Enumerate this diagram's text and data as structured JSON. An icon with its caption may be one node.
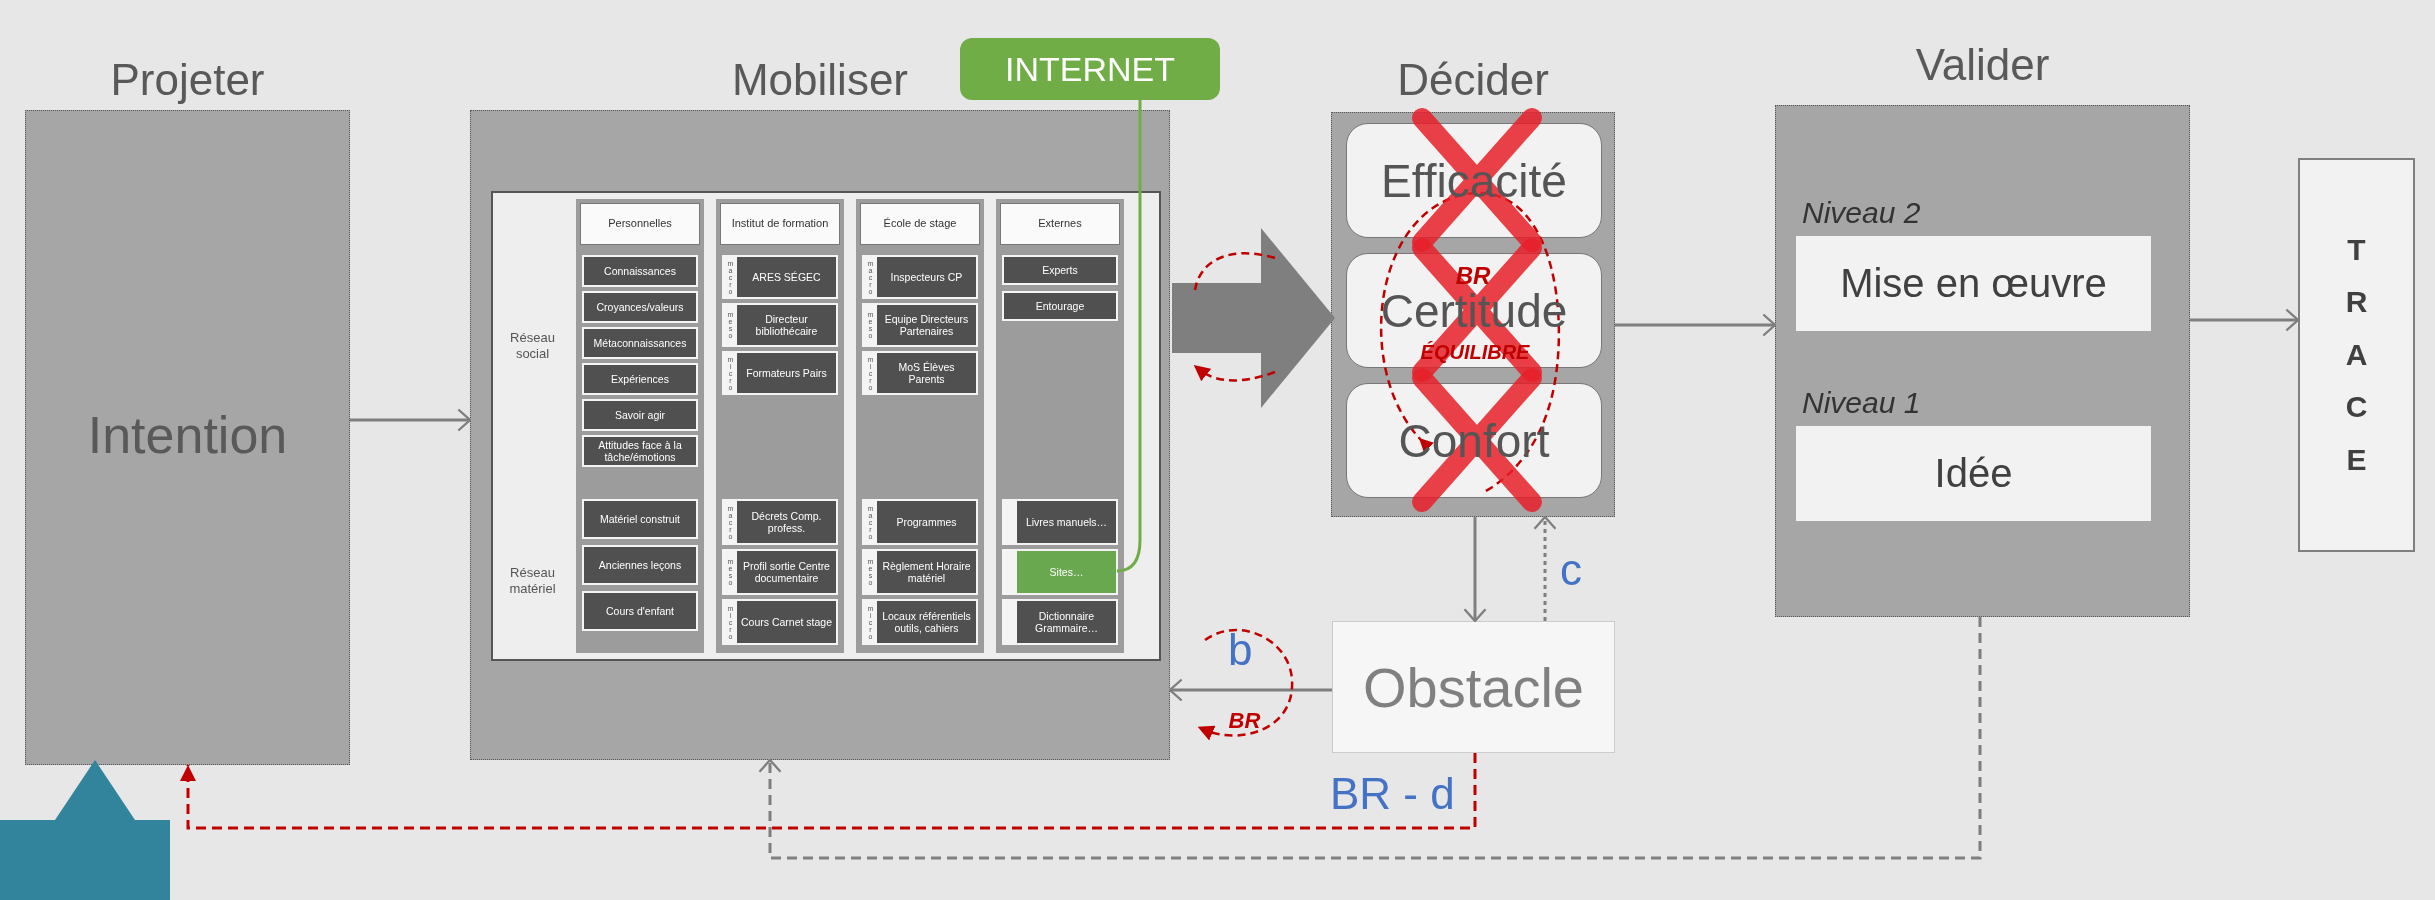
{
  "diagram": {
    "nodes": [
      {
        "text": [
          "Projeter",
          "Intention"
        ]
      },
      {
        "text": [
          "Mobiliser"
        ]
      },
      {
        "text": [
          "Personnelles"
        ],
        "in": 1
      },
      {
        "text": [
          "Connaissances"
        ],
        "in": 2
      },
      {
        "text": [
          "Croyances/valeurs"
        ],
        "in": 2
      },
      {
        "text": [
          "Métaconnaissances"
        ],
        "in": 2
      },
      {
        "text": [
          "Expériences"
        ],
        "in": 2
      },
      {
        "text": [
          "Savoir agir"
        ],
        "in": 2
      },
      {
        "text": [
          "Attitudes face à la tâche/émotions"
        ],
        "in": 2
      },
      {
        "text": [
          "Matériel construit"
        ],
        "in": 2
      },
      {
        "text": [
          "Anciennes leçons"
        ],
        "in": 2
      },
      {
        "text": [
          "Cours d'enfant"
        ],
        "in": 2
      },
      {
        "text": [
          "Institut de formation"
        ],
        "in": 1
      },
      {
        "text": [
          "macro",
          "ARES SÉGEC"
        ],
        "in": 12
      },
      {
        "text": [
          "meso",
          "Directeur bibliothécaire"
        ],
        "in": 12
      },
      {
        "text": [
          "micro",
          "Formateurs Pairs"
        ],
        "in": 12
      },
      {
        "text": [
          "macro",
          "Décrets Comp. profess."
        ],
        "in": 12
      },
      {
        "text": [
          "meso",
          "Profil sortie Centre documentaire"
        ],
        "in": 12
      },
      {
        "text": [
          "micro",
          "Cours Carnet stage"
        ],
        "in": 12
      },
      {
        "text": [
          "École de stage"
        ],
        "in": 1
      },
      {
        "text": [
          "macro",
          "Inspecteurs CP"
        ],
        "in": 19
      },
      {
        "text": [
          "meso",
          "Equipe Directeurs Partenaires"
        ],
        "in": 19
      },
      {
        "text": [
          "micro",
          "MoS Élèves Parents"
        ],
        "in": 19
      },
      {
        "text": [
          "macro",
          "Programmes"
        ],
        "in": 19
      },
      {
        "text": [
          "meso",
          "Règlement Horaire matériel"
        ],
        "in": 19
      },
      {
        "text": [
          "micro",
          "Locaux référentiels outils, cahiers"
        ],
        "in": 19
      },
      {
        "text": [
          "Externes"
        ],
        "in": 1
      },
      {
        "text": [
          "Experts"
        ],
        "in": 26
      },
      {
        "text": [
          "Entourage"
        ],
        "in": 26
      },
      {
        "text": [
          "Livres manuels…"
        ],
        "in": 26
      },
      {
        "text": [
          "Sites…"
        ],
        "in": 26
      },
      {
        "text": [
          "Dictionnaire Grammaire…"
        ],
        "in": 26
      },
      {
        "text": [
          "INTERNET"
        ]
      },
      {
        "text": [
          "Décider"
        ]
      },
      {
        "text": [
          "Efficacité"
        ],
        "in": 33
      },
      {
        "text": [
          "Certitude"
        ],
        "in": 33
      },
      {
        "text": [
          "Confort"
        ],
        "in": 33
      },
      {
        "text": [
          "Obstacle"
        ]
      },
      {
        "text": [
          "Valider"
        ]
      },
      {
        "text": [
          "Niveau 2",
          "Mise en œuvre"
        ],
        "in": 38
      },
      {
        "text": [
          "Niveau 1",
          "Idée"
        ],
        "in": 38
      },
      {
        "text": [
          "T R A C E"
        ]
      },
      {
        "text": [],
        "shape": "callout"
      }
    ],
    "edges": [
      {
        "from": 0,
        "to": 1,
        "arrow": "to"
      },
      {
        "from": 1,
        "to": 33,
        "arrow": "to",
        "style": "thick"
      },
      {
        "from": 33,
        "to": 38,
        "arrow": "to"
      },
      {
        "from": 38,
        "to": 41,
        "arrow": "to"
      },
      {
        "from": 33,
        "to": 37,
        "arrow": "to"
      },
      {
        "from": 37,
        "to": 33,
        "arrow": "to",
        "style": "dashed",
        "label": "c"
      },
      {
        "from": 37,
        "to": 1,
        "arrow": "to",
        "label": "b"
      },
      {
        "from": 37,
        "to": 0,
        "arrow": "to",
        "style": "dashed",
        "color": "#c00000",
        "label": "BR - d"
      },
      {
        "from": 38,
        "to": 1,
        "arrow": "to",
        "style": "dashed"
      },
      {
        "from": 32,
        "to": 30,
        "arrow": "none",
        "color": "#70ad47"
      }
    ],
    "labels": [
      "Réseau social",
      "Réseau matériel",
      "BR",
      "ÉQUILIBRE",
      "BR"
    ]
  }
}
